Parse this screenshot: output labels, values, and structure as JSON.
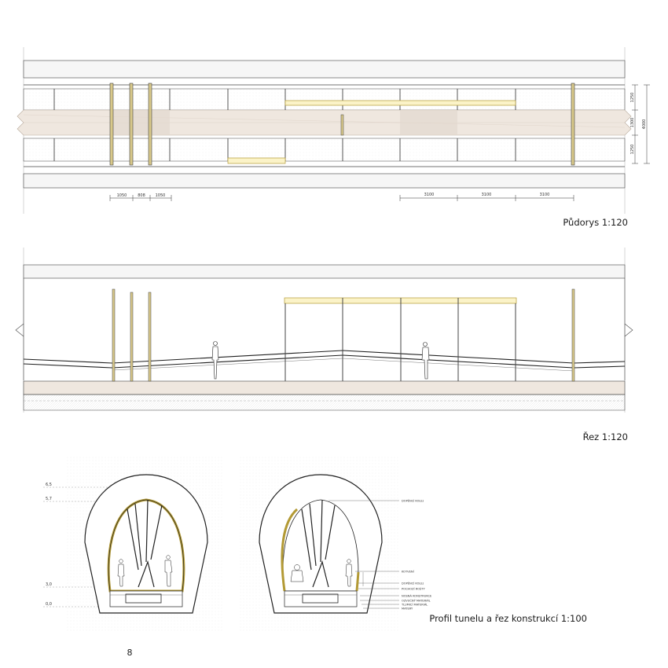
{
  "sheet": {
    "page_number": "8",
    "colors": {
      "line": "#2a2a2a",
      "path": "#efe7df",
      "path_edge": "#b8aa9c",
      "glass": "#fbf3c8",
      "glass_edge": "#b39a35",
      "mesh": "#eeeeee",
      "post": "#d8c88a"
    }
  },
  "plan": {
    "caption": "Půdorys 1:120",
    "dims_left": [
      "1050",
      "808",
      "1050"
    ],
    "dims_right": [
      "3100",
      "3100",
      "3100"
    ],
    "dims_vertical": [
      "1250",
      "1300",
      "1250"
    ],
    "dim_total": "4000"
  },
  "section": {
    "caption": "Řez 1:120"
  },
  "profile": {
    "caption": "Profil tunelu a řez konstrukcí 1:100",
    "levels": [
      "6,5",
      "5,7",
      "3,0",
      "0,0"
    ],
    "notes_top": [
      "DOPĚNCÍ KOLEJ"
    ],
    "notes_mid": [
      "KOTVENÍ",
      "DOPĚNCÍ KOLEJ",
      "POCHOZÍ ROŠTY",
      "NOSNÁ KONSTRUKCE",
      "OZVUČNÝ MATERIÁL",
      "TLUMICÍ MATERIÁL",
      "MATERY"
    ]
  }
}
